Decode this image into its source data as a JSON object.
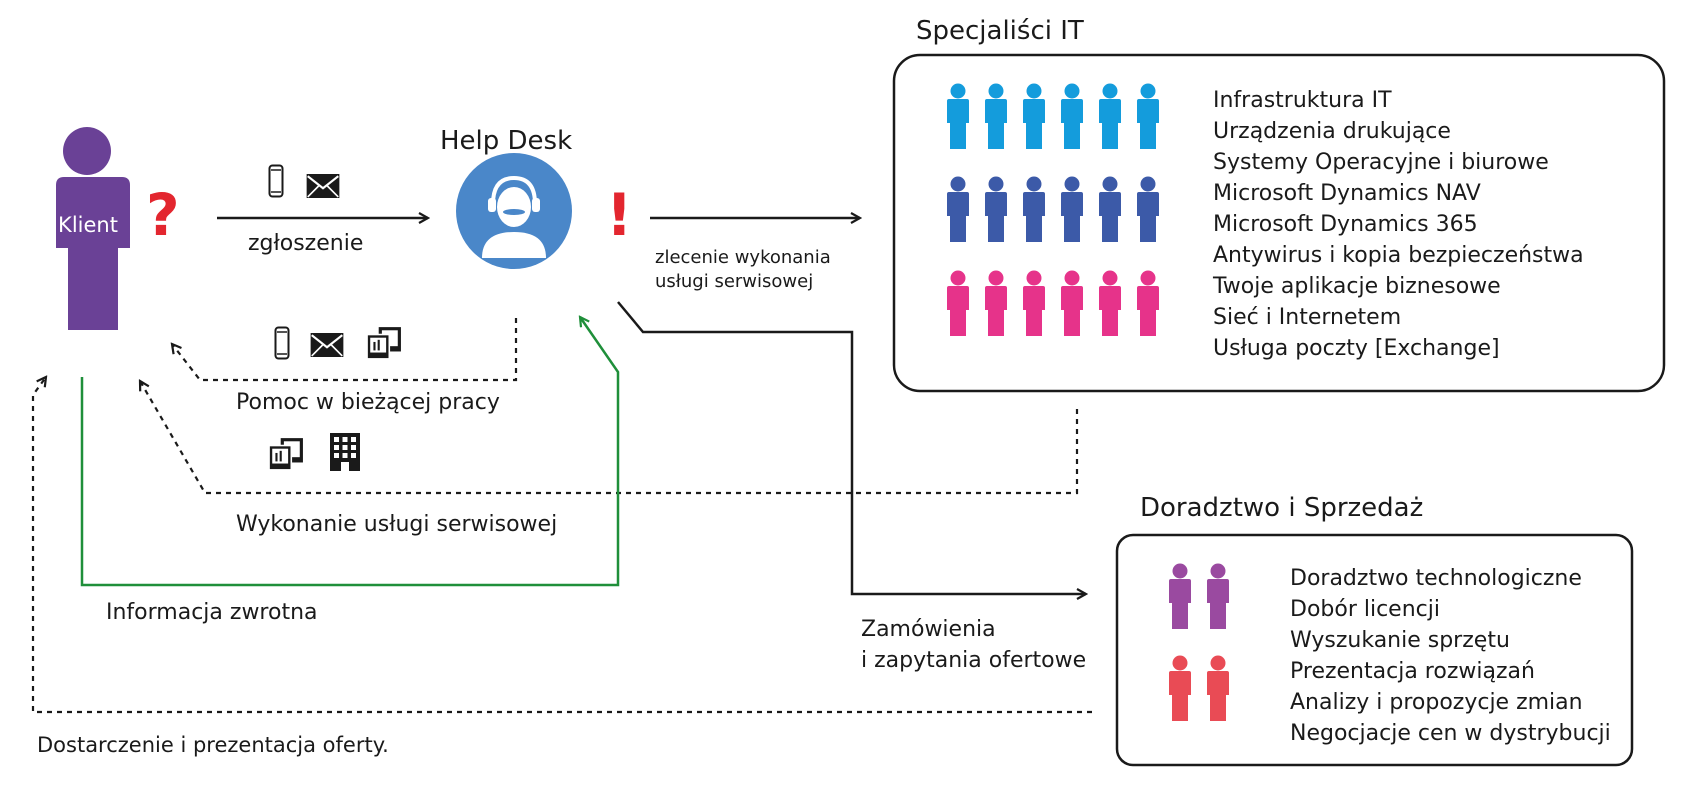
{
  "client": {
    "label": "Klient",
    "color": "#6a4196",
    "mark": "?",
    "mark_color": "#e3262f"
  },
  "helpdesk": {
    "title": "Help Desk",
    "color": "#4a87c9",
    "mark": "!",
    "mark_color": "#e3262f"
  },
  "specialists": {
    "title": "Specjaliści IT",
    "row_colors": [
      "#149cdc",
      "#3c5aa8",
      "#e6338a"
    ],
    "items": [
      "Infrastruktura IT",
      "Urządzenia drukujące",
      "Systemy Operacyjne i biurowe",
      "Microsoft Dynamics NAV",
      "Microsoft Dynamics 365",
      "Antywirus i kopia bezpieczeństwa",
      "Twoje aplikacje biznesowe",
      "Sieć i Internetem",
      "Usługa poczty [Exchange]"
    ]
  },
  "advisory": {
    "title": "Doradztwo i Sprzedaż",
    "row_colors": [
      "#9a4aa0",
      "#e94b55"
    ],
    "items": [
      "Doradztwo technologiczne",
      "Dobór licencji",
      "Wyszukanie sprzętu",
      "Prezentacja rozwiązań",
      "Analizy i propozycje zmian",
      "Negocjacje cen w dystrybucji"
    ]
  },
  "flows": {
    "request": "zgłoszenie",
    "service_order_line1": "zlecenie wykonania",
    "service_order_line2": "usługi serwisowej",
    "help": "Pomoc w bieżącej pracy",
    "service_execution": "Wykonanie usługi serwisowej",
    "feedback": "Informacja zwrotna",
    "orders_line1": "Zamówienia",
    "orders_line2": "i zapytania ofertowe",
    "offer": "Dostarczenie i prezentacja oferty."
  },
  "colors": {
    "feedback_line": "#1f8f3a",
    "line": "#1a1a1a"
  }
}
